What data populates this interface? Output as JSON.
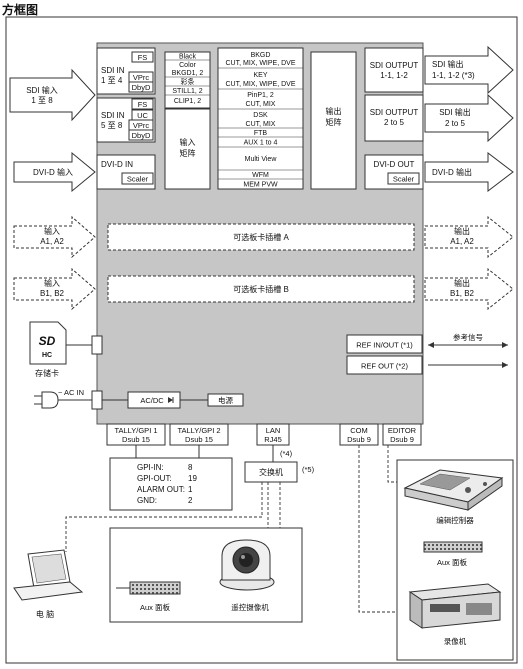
{
  "title": "方框图",
  "sdi_in": {
    "arrow_label": [
      "SDI 输入",
      "1 至 8"
    ],
    "block1": {
      "title": "SDI IN",
      "range": "1 至 4",
      "fs": "FS",
      "vprc": "VPrc",
      "dbyd": "DbyD"
    },
    "block2": {
      "title": "SDI IN",
      "range": "5 至 8",
      "fs": "FS",
      "uc": "UC",
      "vprc": "VPrc",
      "dbyd": "DbyD"
    }
  },
  "dvi_in": {
    "title": "DVI-D IN",
    "scaler": "Scaler",
    "arrow_label": "DVI-D 输入"
  },
  "sources": [
    "Black",
    "Color",
    "BKGD1, 2",
    "彩条",
    "STILL1, 2",
    "CLIP1, 2"
  ],
  "input_matrix": [
    "输入",
    "矩阵"
  ],
  "buses": [
    [
      "BKGD",
      "CUT, MIX, WIPE, DVE"
    ],
    [
      "KEY",
      "CUT, MIX, WIPE, DVE"
    ],
    [
      "PinP1, 2",
      "CUT, MIX"
    ],
    [
      "DSK",
      "CUT, MIX"
    ],
    [
      "FTB"
    ],
    [
      "AUX 1 to 4"
    ],
    [
      "Multi View"
    ],
    [
      "WFM"
    ],
    [
      "MEM PVW"
    ]
  ],
  "output_matrix": [
    "输出",
    "矩阵"
  ],
  "sdi_out": {
    "block1": [
      "SDI OUTPUT",
      "1-1, 1-2"
    ],
    "block2": [
      "SDI OUTPUT",
      "2 to 5"
    ],
    "arrow1": [
      "SDI 输出",
      "1-1, 1-2 (*3)"
    ],
    "arrow2": [
      "SDI 输出",
      "2 to 5"
    ]
  },
  "dvi_out": {
    "title": "DVI-D OUT",
    "scaler": "Scaler",
    "arrow_label": "DVI-D 输出"
  },
  "option_slots": {
    "a": {
      "slot": "可选板卡插槽 A",
      "in": [
        "输入",
        "A1, A2"
      ],
      "out": [
        "输出",
        "A1, A2"
      ]
    },
    "b": {
      "slot": "可选板卡插槽 B",
      "in": [
        "输入",
        "B1, B2"
      ],
      "out": [
        "输出",
        "B1, B2"
      ]
    }
  },
  "storage_card": "存储卡",
  "ref": {
    "in_out": "REF IN/OUT (*1)",
    "out": "REF OUT (*2)",
    "signal": "参考信号"
  },
  "power": {
    "ac_in": "~ AC IN",
    "acdc": "AC/DC",
    "supply": "电源"
  },
  "ports": {
    "tally1": [
      "TALLY/GPI 1",
      "Dsub 15"
    ],
    "tally2": [
      "TALLY/GPI 2",
      "Dsub 15"
    ],
    "lan": [
      "LAN",
      "RJ45"
    ],
    "com": [
      "COM",
      "Dsub 9"
    ],
    "editor": [
      "EDITOR",
      "Dsub 9"
    ]
  },
  "gpi": [
    {
      "label": "GPI-IN:",
      "value": "8"
    },
    {
      "label": "GPI-OUT:",
      "value": "19"
    },
    {
      "label": "ALARM OUT:",
      "value": "1"
    },
    {
      "label": "GND:",
      "value": "2"
    }
  ],
  "lan_note": "(*4)",
  "switch": {
    "label": "交换机",
    "note": "(*5)"
  },
  "devices": {
    "computer": "电 脑",
    "aux_panel": "Aux 面板",
    "camera": "遥控摄像机",
    "edit_controller": "编辑控制器",
    "aux_panel2": "Aux 面板",
    "recorder": "录像机"
  }
}
